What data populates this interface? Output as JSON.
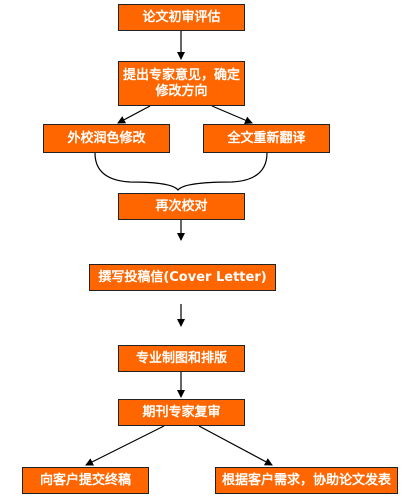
{
  "flowchart": {
    "step_review": "论文初审评估",
    "step_expert": "提出专家意见，确定修改方向",
    "step_polish": "外校润色修改",
    "step_translate": "全文重新翻译",
    "step_proofread": "再次校对",
    "step_cover_letter": "撰写投稿信(Cover Letter)",
    "step_figures": "专业制图和排版",
    "step_journal_review": "期刊专家复审",
    "step_submit": "向客户提交终稿",
    "step_assist": "根据客户需求，协助论文发表"
  },
  "colors": {
    "box_fill": "#ff6600",
    "box_border": "#222222",
    "connector": "#000000"
  }
}
